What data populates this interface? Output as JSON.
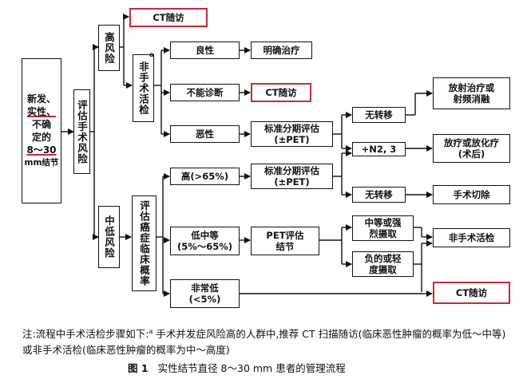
{
  "nodes": {
    "start_1": "新发、",
    "start_2": "实性、",
    "start_3": "不确",
    "start_4": "定的",
    "start_5": "8～30",
    "start_6": "mm结节",
    "surgical_risk": "评估手术风险",
    "high_risk": "高风险",
    "non_surgical_biopsy": "非手术活检",
    "biopsy_mark": "a",
    "ct_follow_top": "CT随访",
    "benign": "良性",
    "definite_treatment": "明确治疗",
    "nondiagnostic": "不能诊断",
    "ct_follow_mid": "CT随访",
    "malignant": "恶性",
    "staging_1": "标准分期评估\n(±PET)",
    "no_metastasis_1": "无转移",
    "n2_n3": "+N2, 3",
    "radio_ablation": "放射治疗或\n射频消融",
    "chemoradio": "放疗或放化疗\n(术后)",
    "low_mid_risk": "中低风险",
    "assess_prob": "评估癌症临床概率",
    "high_prob": "高(>65%)",
    "staging_2": "标准分期评估\n(±PET)",
    "no_metastasis_2": "无转移",
    "surgical_resection": "手术切除",
    "mid_low_prob": "低中等\n(5%～65%)",
    "pet_nodule": "PET评估\n结节",
    "mid_strong": "中等或强\n烈摄取",
    "non_surgical_biopsy_2": "非手术活检",
    "neg_weak": "负的或轻\n度摄取",
    "very_low_prob": "非常低\n(<5%)",
    "ct_follow_bottom": "CT随访"
  },
  "note_prefix": "注:流程中手术活检步骤如下:",
  "note_mark": "a",
  "note_body": "手术并发症风险高的人群中,推荐 CT 扫描随访(临床恶性肿瘤的概率为低～中等)或非手术活检(临床恶性肿瘤的概率为中～高度)",
  "caption_label": "图 1",
  "caption_text": "实性结节直径 8～30 mm 患者的管理流程",
  "colors": {
    "highlight": "#c62a3a",
    "line": "#111111"
  }
}
